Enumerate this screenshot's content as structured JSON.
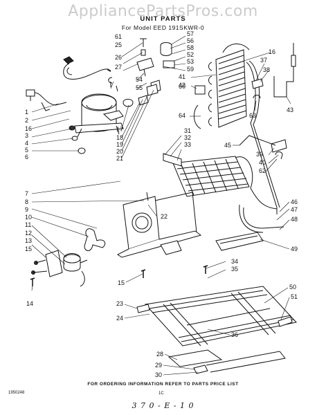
{
  "watermark": "AppliancePartsPros.com",
  "title": "UNIT PARTS",
  "model_line": "For Model EED 191SKWR-0",
  "footer": "FOR ORDERING INFORMATION REFER TO PARTS PRICE LIST",
  "doc_number": "1950248",
  "page_mark": "1C",
  "handwritten_code": "3 7 0 - E - 1 0",
  "callouts": [
    "1",
    "2",
    "3",
    "4",
    "5",
    "6",
    "7",
    "8",
    "9",
    "10",
    "11",
    "12",
    "13",
    "14",
    "15",
    "16",
    "17",
    "18",
    "19",
    "20",
    "21",
    "22",
    "23",
    "24",
    "25",
    "26",
    "27",
    "28",
    "29",
    "30",
    "31",
    "32",
    "33",
    "34",
    "35",
    "36",
    "37",
    "38",
    "39",
    "40",
    "41",
    "42",
    "43",
    "45",
    "46",
    "47",
    "48",
    "49",
    "50",
    "51",
    "52",
    "53",
    "54",
    "55",
    "56",
    "57",
    "58",
    "59",
    "60",
    "61",
    "62",
    "63",
    "64",
    "15",
    "16"
  ]
}
